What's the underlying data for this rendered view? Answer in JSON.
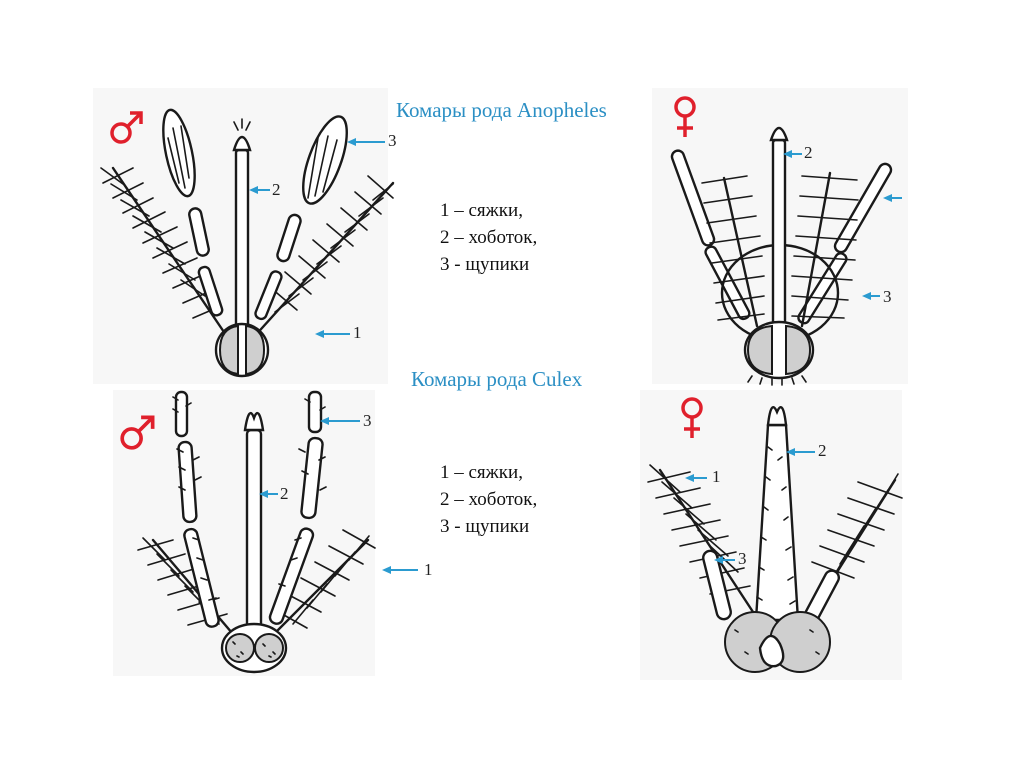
{
  "anopheles": {
    "title": "Комары рода Anopheles",
    "legend": [
      "1 – сяжки,",
      "2 – хоботок,",
      "3 - щупики"
    ]
  },
  "culex": {
    "title": "Комары рода Culex",
    "legend": [
      "1 – сяжки,",
      "2 – хоботок,",
      "3 - щупики"
    ]
  },
  "symbols": {
    "male": "♂",
    "female": "♀"
  },
  "colors": {
    "caption": "#2b8fc4",
    "arrow": "#2b9bd0",
    "symbol": "#e0202c"
  },
  "labels": {
    "an_male_3": "3",
    "an_male_2": "2",
    "an_male_1": "1",
    "an_female_2": "2",
    "an_female_3": "3",
    "cu_male_3": "3",
    "cu_male_2": "2",
    "cu_male_1": "1",
    "cu_female_1": "1",
    "cu_female_2": "2",
    "cu_female_3": "3"
  }
}
